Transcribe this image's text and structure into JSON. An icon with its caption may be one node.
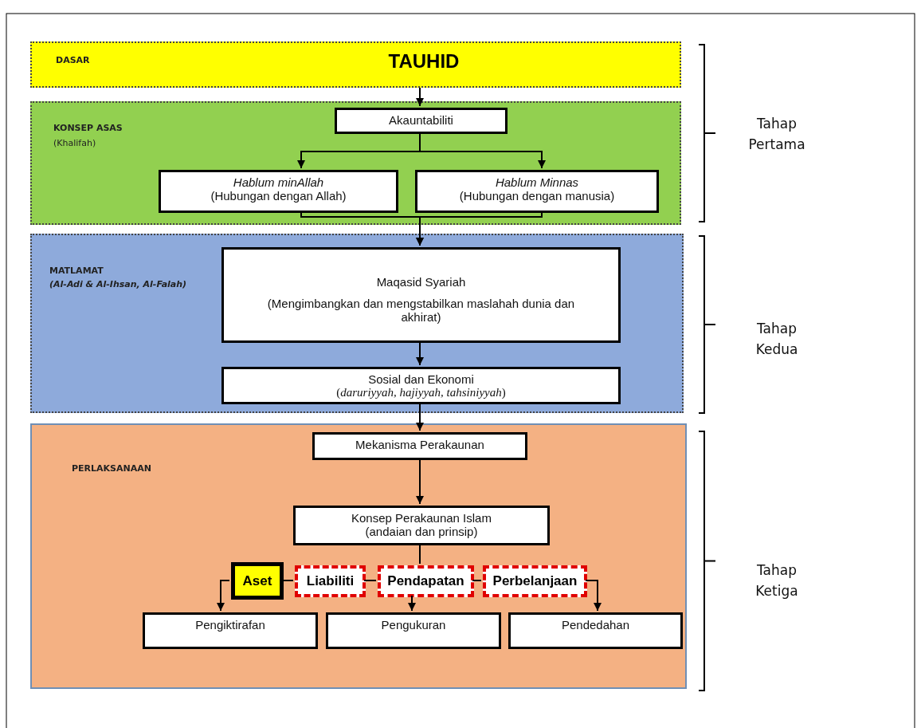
{
  "diagram": {
    "nodes": [
      {
        "text": [
          "DASAR",
          "TAUHID"
        ]
      },
      {
        "text": [
          "KONSEP ASAS",
          "(Khalifah)"
        ]
      },
      {
        "text": [
          "Akauntabiliti"
        ],
        "in": 1
      },
      {
        "text": [
          "Hablum minAllah",
          "(Hubungan dengan Allah)"
        ],
        "in": 1
      },
      {
        "text": [
          "Hablum Minnas",
          "(Hubungan dengan manusia)"
        ],
        "in": 1
      },
      {
        "text": [
          "MATLAMAT",
          "(Al-Adi & Al-Ihsan, Al-Falah)"
        ]
      },
      {
        "text": [
          "Maqasid Syariah",
          "(Mengimbangkan dan mengstabilkan maslahah dunia dan akhirat)"
        ],
        "in": 5
      },
      {
        "text": [
          "Sosial dan Ekonomi",
          "(*daruriyyah, hajiyyah, tahsiniyyah*)"
        ],
        "in": 5
      },
      {
        "text": [
          "PERLAKSANAAN"
        ]
      },
      {
        "text": [
          "Mekanisma Perakaunan"
        ],
        "in": 8
      },
      {
        "text": [
          "Konsep Perakaunan Islam",
          "(andaian dan prinsip)"
        ],
        "in": 8
      },
      {
        "text": [
          "Aset"
        ],
        "in": 8
      },
      {
        "text": [
          "Liabiliti"
        ],
        "in": 8
      },
      {
        "text": [
          "Pendapatan"
        ],
        "in": 8
      },
      {
        "text": [
          "Perbelanjaan"
        ],
        "in": 8
      },
      {
        "text": [
          "Pengiktirafan"
        ],
        "in": 8
      },
      {
        "text": [
          "Pengukuran"
        ],
        "in": 8
      },
      {
        "text": [
          "Pendedahan"
        ],
        "in": 8
      }
    ],
    "edges": [
      {
        "from": 0,
        "to": 2,
        "arrow": "to"
      },
      {
        "from": 2,
        "to": 3,
        "arrow": "to"
      },
      {
        "from": 2,
        "to": 4,
        "arrow": "to"
      },
      {
        "from": 3,
        "to": 6,
        "arrow": "to"
      },
      {
        "from": 4,
        "to": 6,
        "arrow": "to"
      },
      {
        "from": 6,
        "to": 7,
        "arrow": "to"
      },
      {
        "from": 7,
        "to": 9,
        "arrow": "to"
      },
      {
        "from": 9,
        "to": 10,
        "arrow": "to"
      },
      {
        "from": 10,
        "to": 13,
        "arrow": "none"
      },
      {
        "from": 11,
        "to": 12,
        "arrow": "none"
      },
      {
        "from": 12,
        "to": 13,
        "arrow": "none"
      },
      {
        "from": 13,
        "to": 14,
        "arrow": "none"
      },
      {
        "from": 11,
        "to": 15,
        "arrow": "to"
      },
      {
        "from": 13,
        "to": 16,
        "arrow": "to"
      },
      {
        "from": 14,
        "to": 17,
        "arrow": "to"
      }
    ],
    "labels": [
      "Tahap Pertama",
      "Tahap Kedua",
      "Tahap Ketiga"
    ]
  }
}
